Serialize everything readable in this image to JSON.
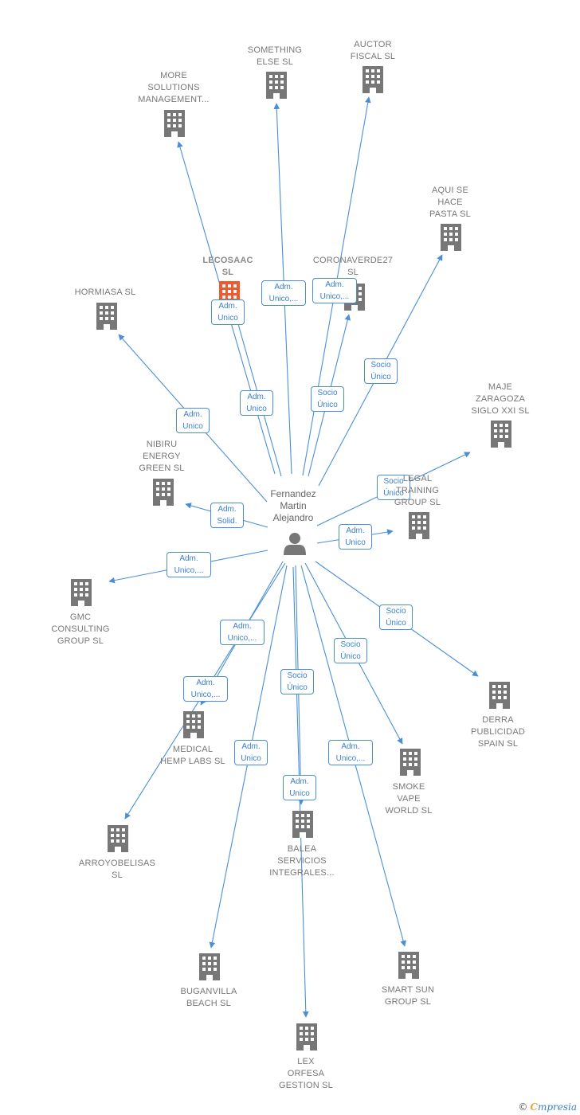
{
  "colors": {
    "edge": "#4a8fd6",
    "building": "#777777",
    "building_highlight": "#ef5a2f",
    "person": "#777777"
  },
  "center": {
    "name": "Fernandez\nMartin\nAlejandro",
    "icon": "person-icon"
  },
  "nodes": [
    {
      "id": "more_solutions",
      "label": "MORE\nSOLUTIONS\nMANAGEMENT...",
      "icon": "building-icon"
    },
    {
      "id": "something_else",
      "label": "SOMETHING\nELSE  SL",
      "icon": "building-icon"
    },
    {
      "id": "auctor_fiscal",
      "label": "AUCTOR\nFISCAL  SL",
      "icon": "building-icon"
    },
    {
      "id": "aqui_se_hace",
      "label": "AQUI SE\nHACE\nPASTA  SL",
      "icon": "building-icon"
    },
    {
      "id": "lecosaac",
      "label": "LECOSAAC\nSL",
      "icon": "building-icon",
      "highlight": true
    },
    {
      "id": "coronaverde",
      "label": "CORONAVERDE27\nSL",
      "icon": "building-icon"
    },
    {
      "id": "hormiasa",
      "label": "HORMIASA  SL",
      "icon": "building-icon"
    },
    {
      "id": "maje_zaragoza",
      "label": "MAJE\nZARAGOZA\nSIGLO XXI SL",
      "icon": "building-icon"
    },
    {
      "id": "nibiru",
      "label": "NIBIRU\nENERGY\nGREEN  SL",
      "icon": "building-icon"
    },
    {
      "id": "legal_training",
      "label": "LEGAL\nTRAINING\nGROUP  SL",
      "icon": "building-icon"
    },
    {
      "id": "gmc",
      "label": "GMC\nCONSULTING\nGROUP  SL",
      "icon": "building-icon"
    },
    {
      "id": "derra",
      "label": "DERRA\nPUBLICIDAD\nSPAIN  SL",
      "icon": "building-icon"
    },
    {
      "id": "medical_hemp",
      "label": "MEDICAL\nHEMP LABS  SL",
      "icon": "building-icon"
    },
    {
      "id": "smoke_vape",
      "label": "SMOKE\nVAPE\nWORLD  SL",
      "icon": "building-icon"
    },
    {
      "id": "arroyobelisas",
      "label": "ARROYOBELISAS\nSL",
      "icon": "building-icon"
    },
    {
      "id": "balea",
      "label": "BALEA\nSERVICIOS\nINTEGRALES...",
      "icon": "building-icon"
    },
    {
      "id": "buganvilla",
      "label": "BUGANVILLA\nBEACH  SL",
      "icon": "building-icon"
    },
    {
      "id": "smart_sun",
      "label": "SMART SUN\nGROUP  SL",
      "icon": "building-icon"
    },
    {
      "id": "lex_orfesa",
      "label": "LEX\nORFESA\nGESTION  SL",
      "icon": "building-icon"
    }
  ],
  "edges": [
    {
      "to": "more_solutions",
      "label": "Adm.\nUnico"
    },
    {
      "to": "something_else",
      "label": "Adm.\nUnico,..."
    },
    {
      "to": "auctor_fiscal",
      "label": "Adm.\nUnico,..."
    },
    {
      "to": "aqui_se_hace",
      "label": "Socio\nÚnico"
    },
    {
      "to": "lecosaac",
      "label": "Adm.\nUnico"
    },
    {
      "to": "coronaverde",
      "label": "Socio\nÚnico"
    },
    {
      "to": "hormiasa",
      "label": "Adm.\nUnico"
    },
    {
      "to": "maje_zaragoza",
      "label": "Socio\nÚnico"
    },
    {
      "to": "nibiru",
      "label": "Adm.\nSolid."
    },
    {
      "to": "legal_training",
      "label": "Adm.\nUnico"
    },
    {
      "to": "gmc",
      "label": "Adm.\nUnico,..."
    },
    {
      "to": "derra",
      "label": "Socio\nÚnico"
    },
    {
      "to": "medical_hemp",
      "label": "Adm.\nUnico,..."
    },
    {
      "to": "smoke_vape",
      "label": "Socio\nÚnico"
    },
    {
      "to": "arroyobelisas",
      "label": "Adm.\nUnico,..."
    },
    {
      "to": "balea",
      "label": "Socio\nÚnico"
    },
    {
      "to": "buganvilla",
      "label": "Adm.\nUnico"
    },
    {
      "to": "smart_sun",
      "label": "Adm.\nUnico,..."
    },
    {
      "to": "lex_orfesa",
      "label": "Adm.\nUnico"
    }
  ],
  "footer": {
    "copyright": "©",
    "brand_first": "C",
    "brand_rest": "mpresia"
  }
}
